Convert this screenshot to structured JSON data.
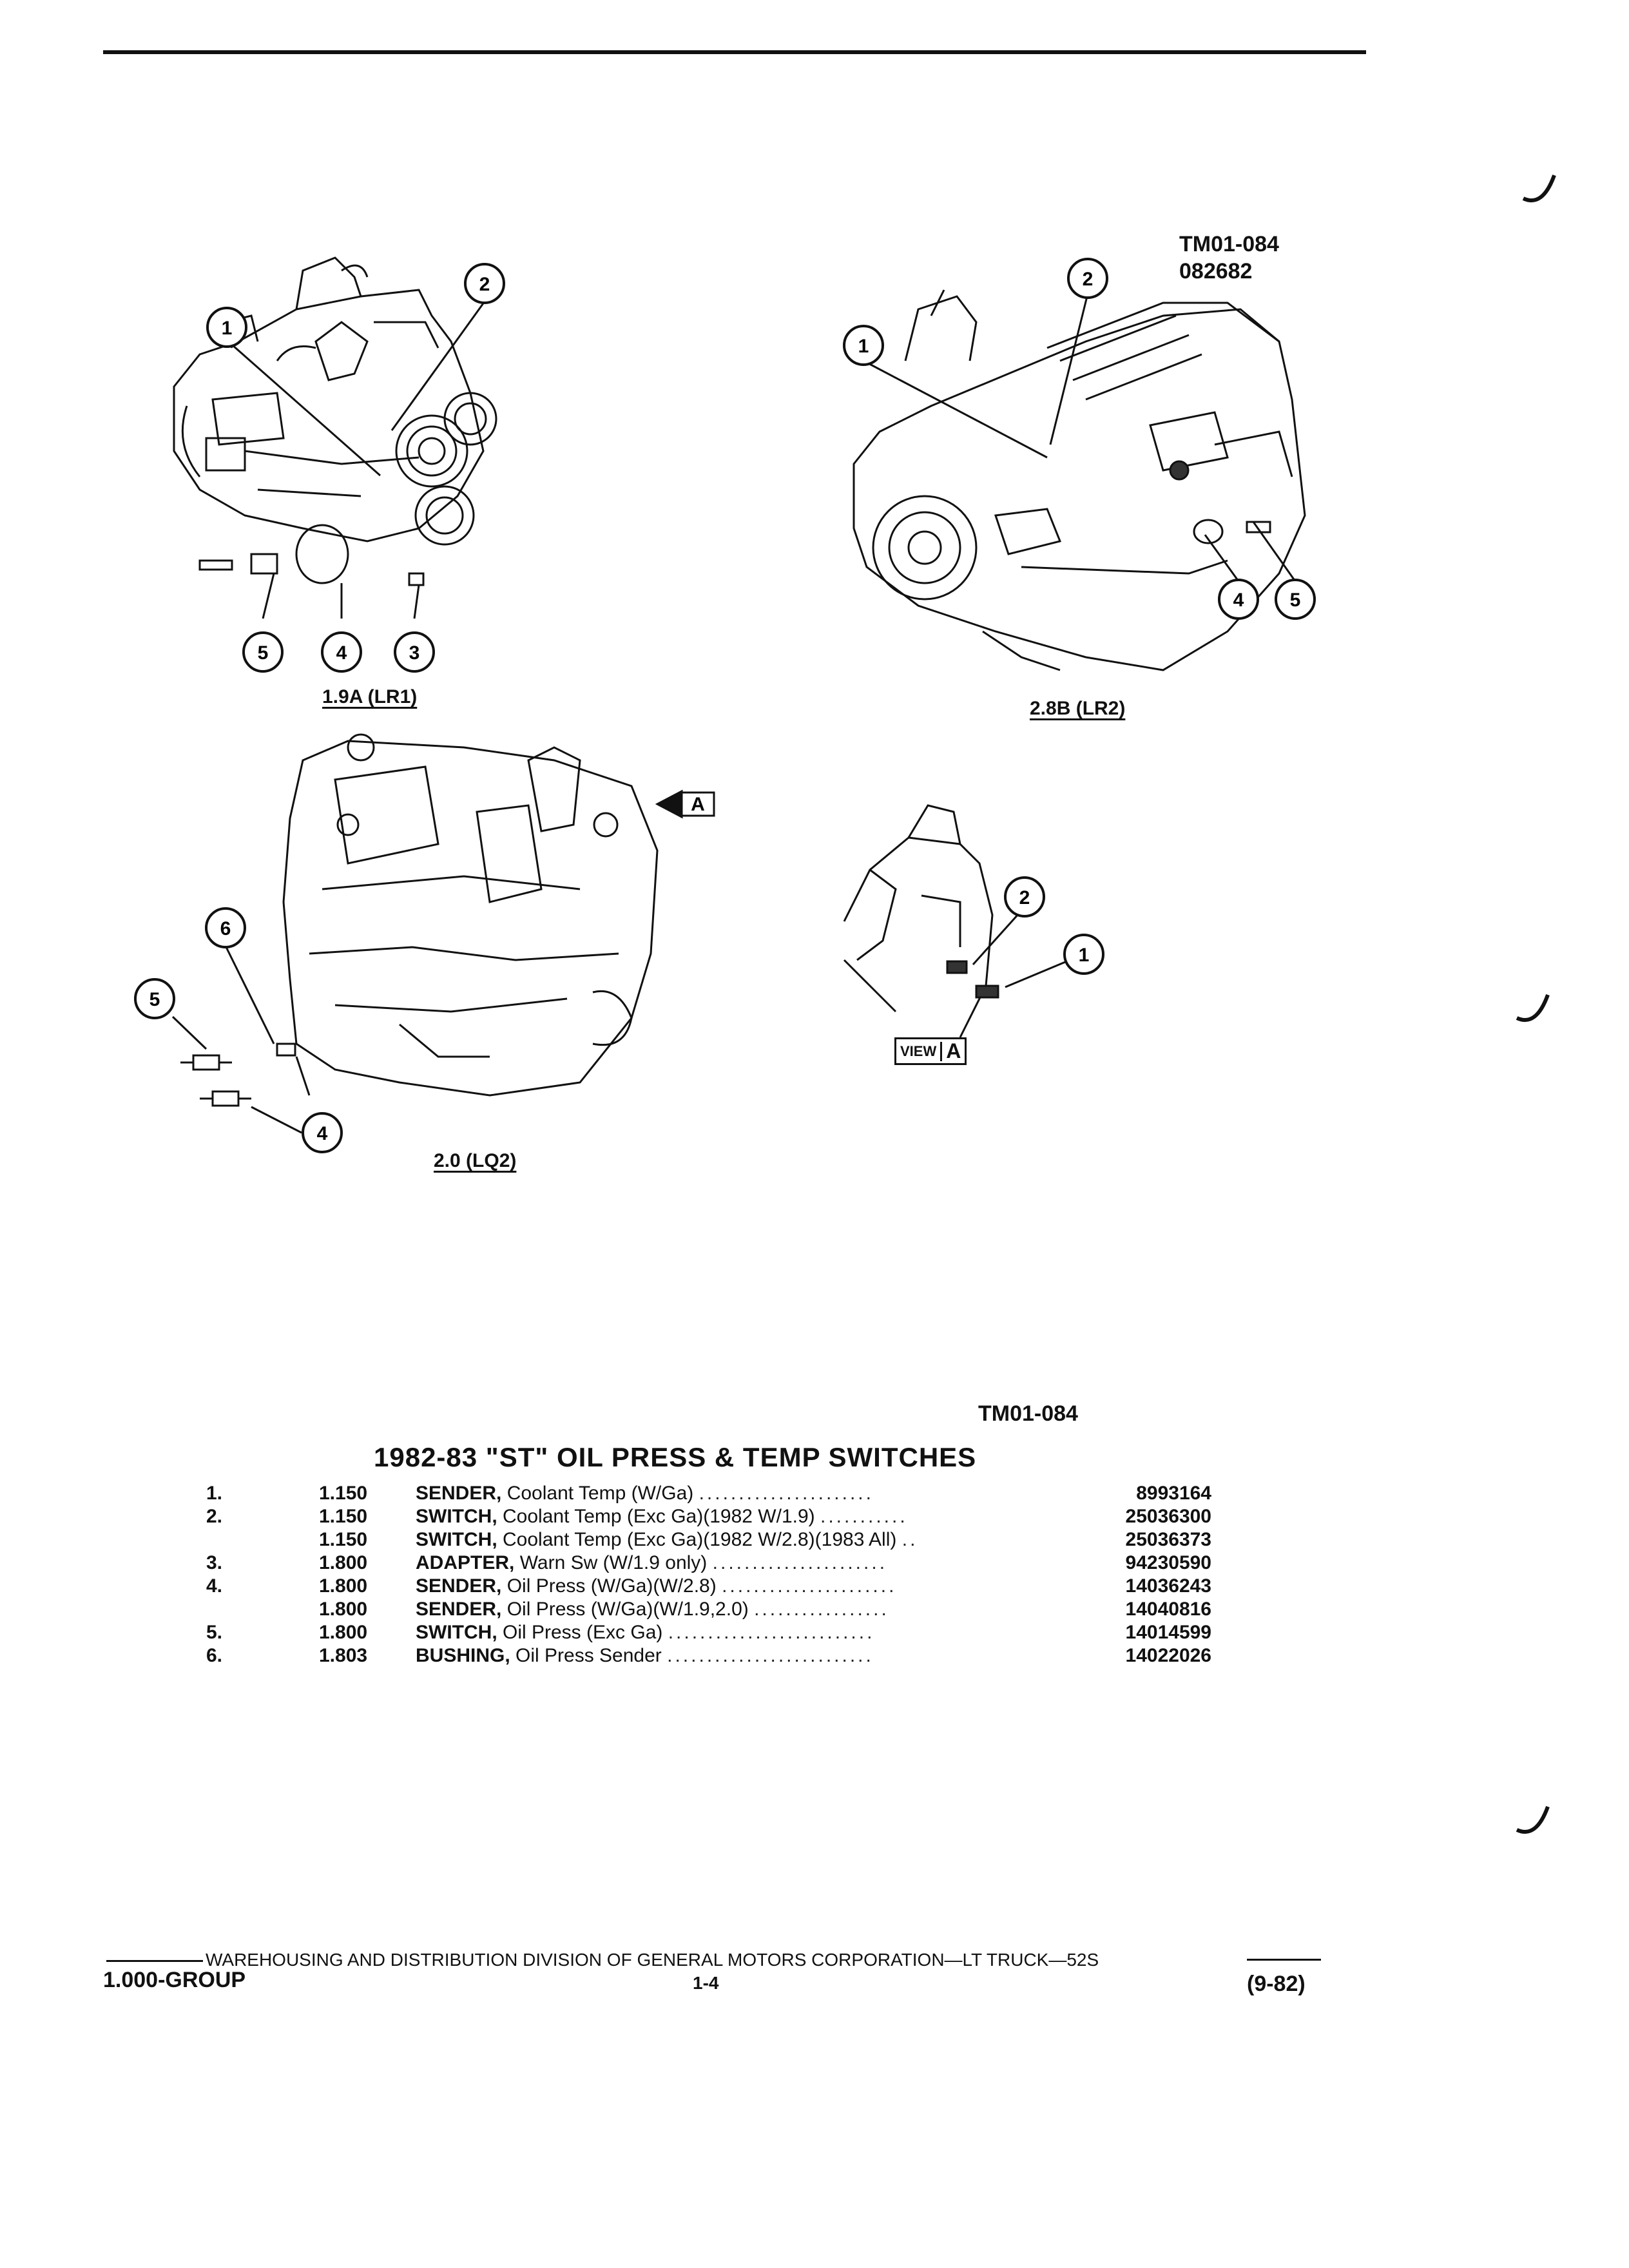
{
  "figure": {
    "ref_top": [
      "TM01-084",
      "082682"
    ],
    "ref_bottom": "TM01-084",
    "engines": [
      {
        "caption": "1.9A (LR1)",
        "callouts": [
          "1",
          "2",
          "3",
          "4",
          "5"
        ]
      },
      {
        "caption": "2.8B (LR2)",
        "callouts": [
          "1",
          "2",
          "4",
          "5"
        ]
      },
      {
        "caption": "2.0 (LQ2)",
        "callouts": [
          "4",
          "5",
          "6"
        ]
      }
    ],
    "view_ref": {
      "word": "VIEW",
      "letter": "A",
      "callouts": [
        "1",
        "2"
      ]
    },
    "arrow_letter": "A"
  },
  "parts": {
    "title": "1982-83 \"ST\" OIL PRESS & TEMP SWITCHES",
    "rows": [
      {
        "item": "1.",
        "group": "1.150",
        "name": "SENDER,",
        "detail": "Coolant Temp (W/Ga)",
        "dots": "......................",
        "part": "8993164"
      },
      {
        "item": "2.",
        "group": "1.150",
        "name": "SWITCH,",
        "detail": "Coolant Temp (Exc Ga)(1982 W/1.9)",
        "dots": "...........",
        "part": "25036300"
      },
      {
        "item": "",
        "group": "1.150",
        "name": "SWITCH,",
        "detail": "Coolant Temp (Exc Ga)(1982 W/2.8)(1983 All)",
        "dots": "..",
        "part": "25036373"
      },
      {
        "item": "3.",
        "group": "1.800",
        "name": "ADAPTER,",
        "detail": "Warn Sw (W/1.9 only)",
        "dots": "......................",
        "part": "94230590"
      },
      {
        "item": "4.",
        "group": "1.800",
        "name": "SENDER,",
        "detail": "Oil Press (W/Ga)(W/2.8)",
        "dots": "......................",
        "part": "14036243"
      },
      {
        "item": "",
        "group": "1.800",
        "name": "SENDER,",
        "detail": "Oil Press (W/Ga)(W/1.9,2.0)",
        "dots": ".................",
        "part": "14040816"
      },
      {
        "item": "5.",
        "group": "1.800",
        "name": "SWITCH,",
        "detail": "Oil Press (Exc Ga)",
        "dots": "..........................",
        "part": "14014599"
      },
      {
        "item": "6.",
        "group": "1.803",
        "name": "BUSHING,",
        "detail": "Oil Press Sender",
        "dots": "..........................",
        "part": "14022026"
      }
    ]
  },
  "footer": {
    "publisher": "WAREHOUSING AND DISTRIBUTION  DIVISION OF GENERAL MOTORS CORPORATION—LT TRUCK—52S",
    "group": "1.000-GROUP",
    "page": "1-4",
    "date": "(9-82)"
  }
}
